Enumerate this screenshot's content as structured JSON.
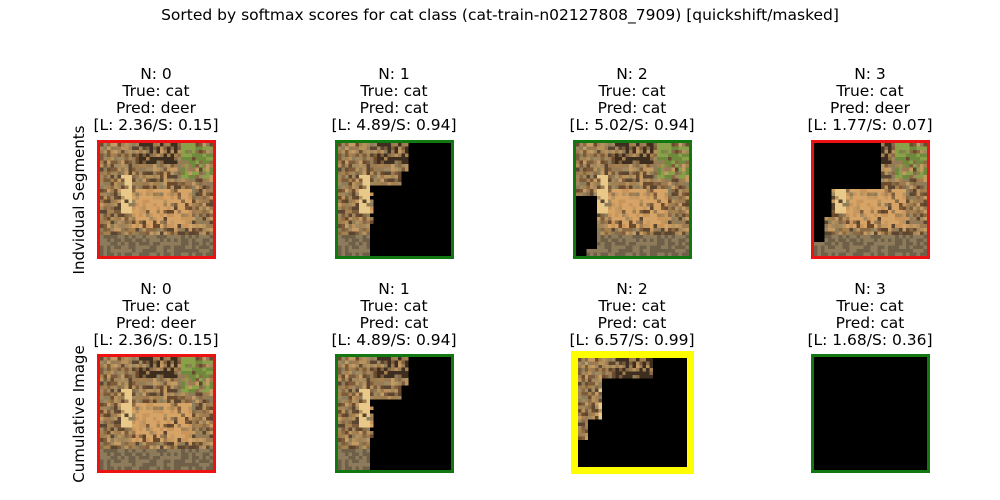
{
  "figure": {
    "title": "Sorted by softmax scores for cat class (cat-train-n02127808_7909) [quickshift/masked]"
  },
  "rows": [
    {
      "label": "Indvidual Segments",
      "panels": [
        {
          "n": "N: 0",
          "true": "True: cat",
          "pred": "Pred: deer",
          "scores": "[L: 2.36/S: 0.15]",
          "border_color": "#ee1111",
          "mask": "none"
        },
        {
          "n": "N: 1",
          "true": "True: cat",
          "pred": "Pred: cat",
          "scores": "[L: 4.89/S: 0.94]",
          "border_color": "#117711",
          "mask": "seg1"
        },
        {
          "n": "N: 2",
          "true": "True: cat",
          "pred": "Pred: cat",
          "scores": "[L: 5.02/S: 0.94]",
          "border_color": "#117711",
          "mask": "seg2"
        },
        {
          "n": "N: 3",
          "true": "True: cat",
          "pred": "Pred: deer",
          "scores": "[L: 1.77/S: 0.07]",
          "border_color": "#ee1111",
          "mask": "seg3"
        }
      ]
    },
    {
      "label": "Cumulative Image",
      "panels": [
        {
          "n": "N: 0",
          "true": "True: cat",
          "pred": "Pred: deer",
          "scores": "[L: 2.36/S: 0.15]",
          "border_color": "#ee1111",
          "mask": "none"
        },
        {
          "n": "N: 1",
          "true": "True: cat",
          "pred": "Pred: cat",
          "scores": "[L: 4.89/S: 0.94]",
          "border_color": "#117711",
          "mask": "seg1"
        },
        {
          "n": "N: 2",
          "true": "True: cat",
          "pred": "Pred: cat",
          "scores": "[L: 6.57/S: 0.99]",
          "border_color": "#ffff00",
          "mask": "cum2"
        },
        {
          "n": "N: 3",
          "true": "True: cat",
          "pred": "Pred: cat",
          "scores": "[L: 1.68/S: 0.36]",
          "border_color": "#117711",
          "mask": "full"
        }
      ]
    }
  ]
}
